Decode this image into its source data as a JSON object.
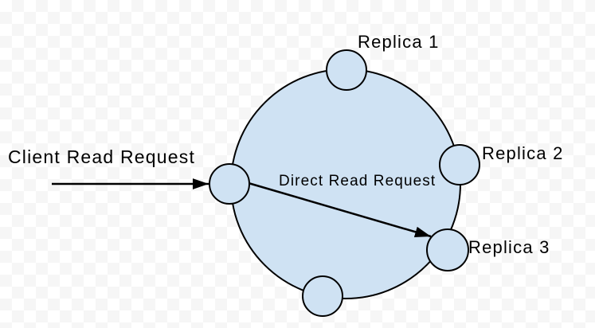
{
  "diagram": {
    "node_labels": {
      "replica1": "Replica 1",
      "replica2": "Replica 2",
      "replica3": "Replica 3"
    },
    "arrow_labels": {
      "client": "Client Read Request",
      "direct": "Direct Read Request"
    },
    "colors": {
      "shape_fill": "#cfe2f3",
      "shape_stroke": "#000000",
      "text": "#000000"
    }
  }
}
